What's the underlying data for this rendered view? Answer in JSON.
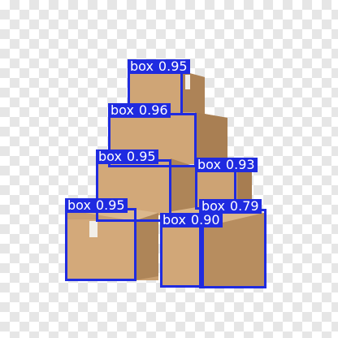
{
  "detections": [
    {
      "label": "box",
      "score": "0.95"
    },
    {
      "label": "box",
      "score": "0.96"
    },
    {
      "label": "box",
      "score": "0.95"
    },
    {
      "label": "box",
      "score": "0.93"
    },
    {
      "label": "box",
      "score": "0.95"
    },
    {
      "label": "box",
      "score": "0.79"
    },
    {
      "label": "box",
      "score": "0.90"
    }
  ],
  "colors": {
    "bbox": "#1f2be0",
    "label_text": "#ffffff",
    "cardboard": "#c9a074"
  }
}
